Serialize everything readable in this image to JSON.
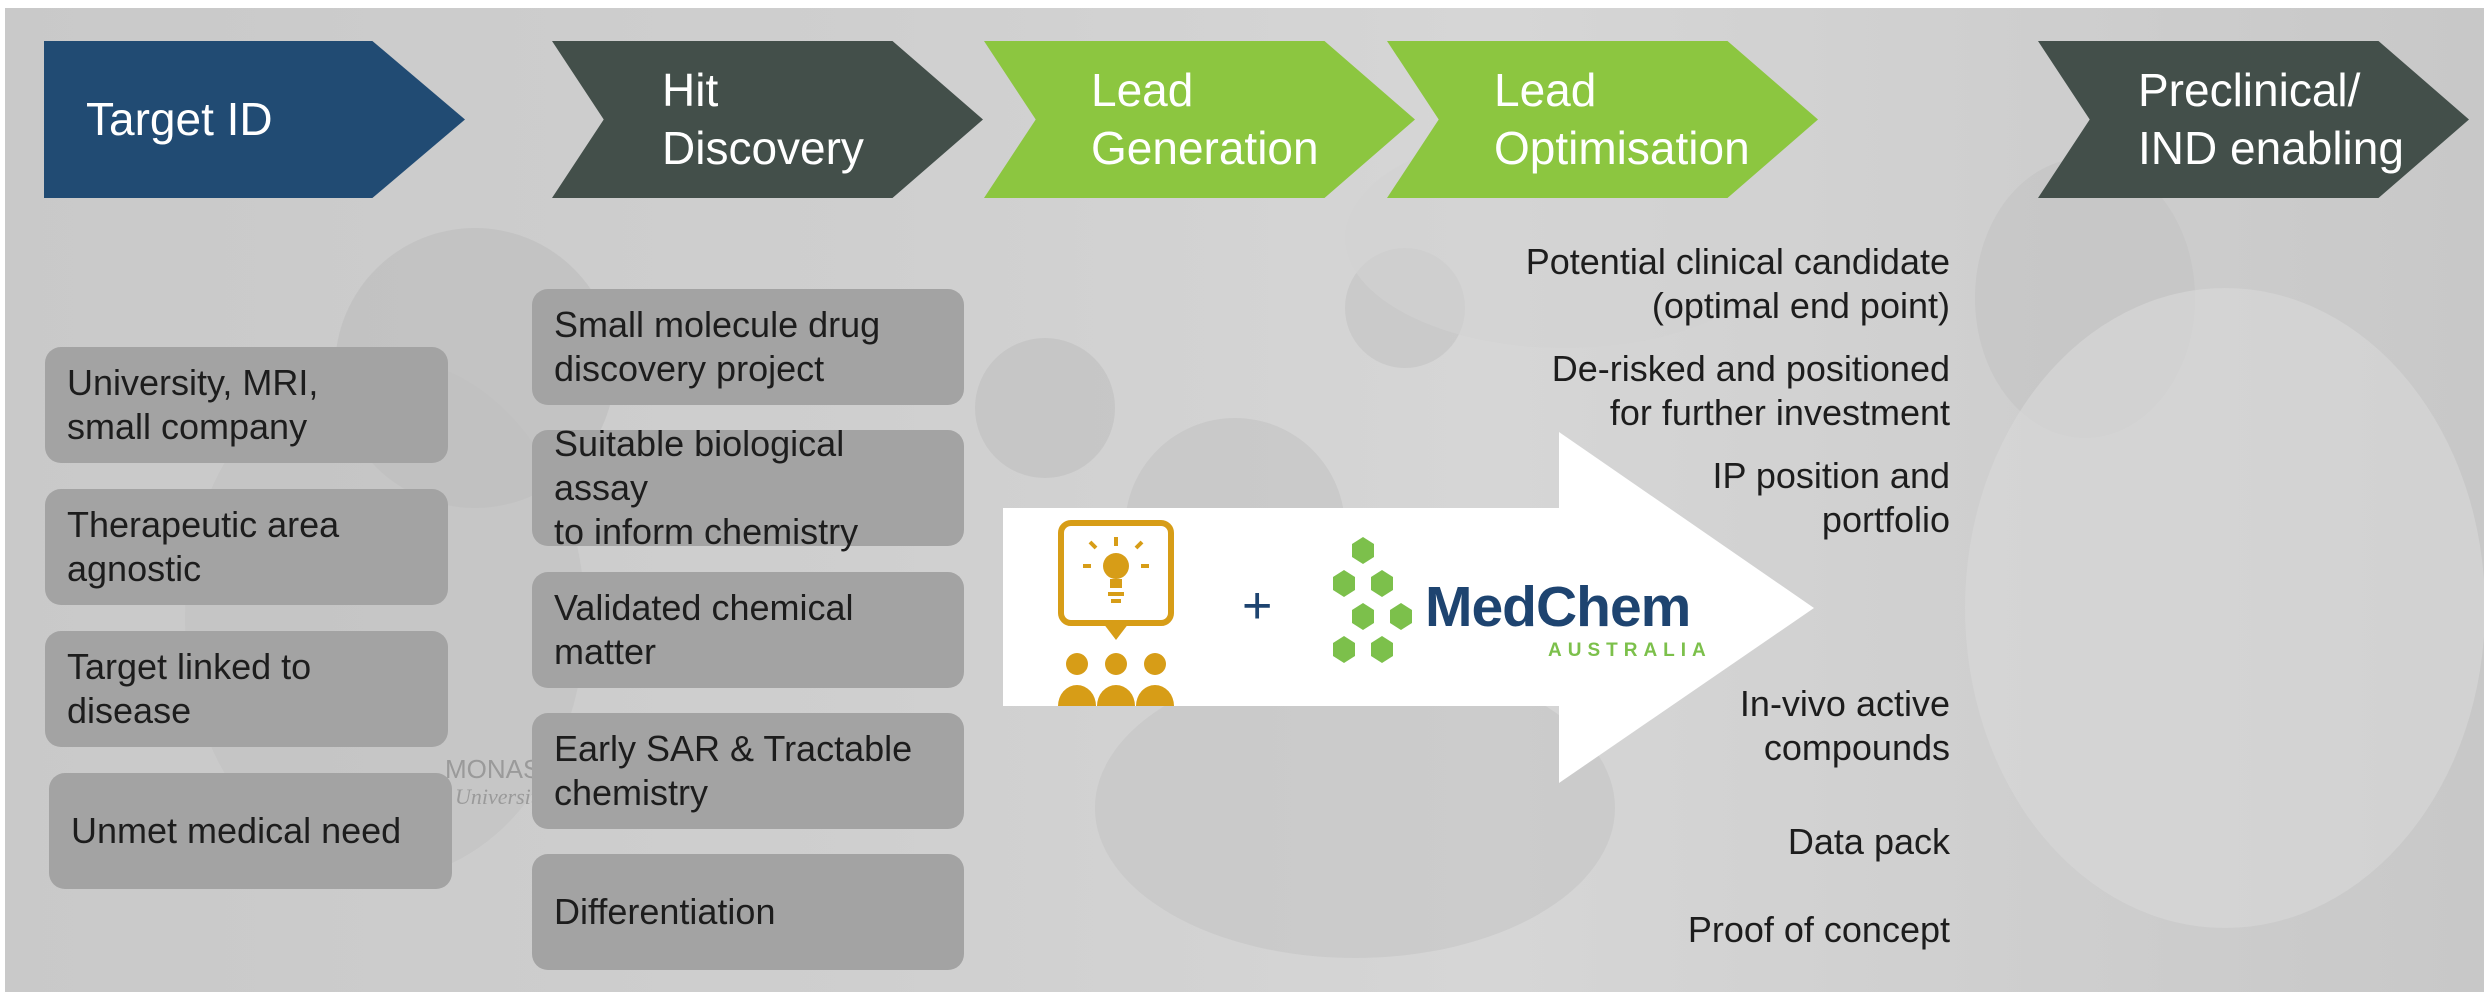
{
  "stages": [
    {
      "line1": "Target ID",
      "line2": ""
    },
    {
      "line1": "Hit",
      "line2": "Discovery"
    },
    {
      "line1": "Lead",
      "line2": "Generation"
    },
    {
      "line1": "Lead",
      "line2": "Optimisation"
    },
    {
      "line1": "Preclinical/",
      "line2": "IND enabling"
    }
  ],
  "target_id_items": [
    [
      "University, MRI,",
      "small company"
    ],
    [
      "Therapeutic area",
      "agnostic"
    ],
    [
      "Target linked to",
      "disease"
    ],
    [
      "Unmet medical need"
    ]
  ],
  "hit_discovery_items": [
    [
      "Small molecule drug",
      "discovery project"
    ],
    [
      "Suitable biological assay",
      "to inform chemistry"
    ],
    [
      "Validated chemical",
      "matter"
    ],
    [
      "Early SAR & Tractable",
      "chemistry"
    ],
    [
      "Differentiation"
    ]
  ],
  "outcomes": [
    [
      "Potential clinical candidate",
      "(optimal end point)"
    ],
    [
      "De-risked and positioned",
      "for further investment"
    ],
    [
      "IP position and",
      "portfolio"
    ],
    [
      "In-vivo active",
      "compounds"
    ],
    [
      "Data pack"
    ],
    [
      "Proof of concept"
    ]
  ],
  "partnership": {
    "plus": "+",
    "logo_word": "MedChem",
    "logo_sub": "AUSTRALIA",
    "icons": [
      "idea-presentation-icon",
      "hexagon-cluster-logo-icon"
    ]
  },
  "background_text": {
    "badge_line1": "MONASH",
    "badge_line2": "University"
  },
  "colors": {
    "target_id": "#214b73",
    "hit_discovery": "#434f4a",
    "lead": "#8cc640",
    "preclinical": "#434f4a",
    "box": "#a3a3a3",
    "icon_gold": "#d79d17",
    "medchem_blue": "#1e4470",
    "medchem_green": "#7cc04b"
  }
}
